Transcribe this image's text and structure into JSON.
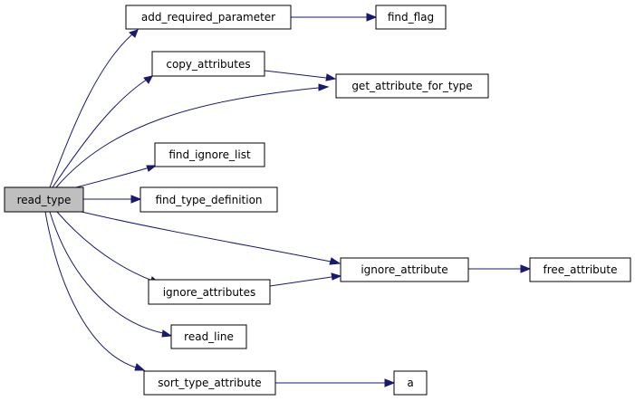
{
  "graph": {
    "nodes": {
      "read_type": "read_type",
      "add_required_parameter": "add_required_parameter",
      "find_flag": "find_flag",
      "copy_attributes": "copy_attributes",
      "get_attribute_for_type": "get_attribute_for_type",
      "find_ignore_list": "find_ignore_list",
      "find_type_definition": "find_type_definition",
      "ignore_attribute": "ignore_attribute",
      "free_attribute": "free_attribute",
      "ignore_attributes": "ignore_attributes",
      "read_line": "read_line",
      "sort_type_attribute": "sort_type_attribute",
      "a": "a"
    },
    "edges": [
      {
        "from": "read_type",
        "to": "add_required_parameter"
      },
      {
        "from": "read_type",
        "to": "copy_attributes"
      },
      {
        "from": "read_type",
        "to": "get_attribute_for_type"
      },
      {
        "from": "read_type",
        "to": "find_ignore_list"
      },
      {
        "from": "read_type",
        "to": "find_type_definition"
      },
      {
        "from": "read_type",
        "to": "ignore_attribute"
      },
      {
        "from": "read_type",
        "to": "ignore_attributes"
      },
      {
        "from": "read_type",
        "to": "read_line"
      },
      {
        "from": "read_type",
        "to": "sort_type_attribute"
      },
      {
        "from": "add_required_parameter",
        "to": "find_flag"
      },
      {
        "from": "copy_attributes",
        "to": "get_attribute_for_type"
      },
      {
        "from": "ignore_attribute",
        "to": "free_attribute"
      },
      {
        "from": "ignore_attributes",
        "to": "ignore_attribute"
      },
      {
        "from": "sort_type_attribute",
        "to": "a"
      }
    ],
    "colors": {
      "edge": "#191970",
      "root_fill": "#bfbfbf",
      "node_fill": "#ffffff",
      "node_border": "#000000"
    }
  }
}
